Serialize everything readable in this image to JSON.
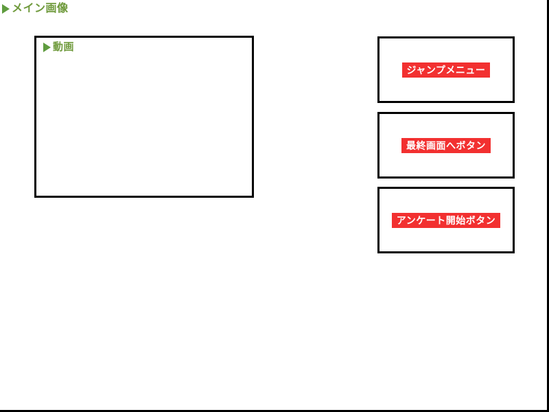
{
  "page": {
    "heading": {
      "marker_icon": "play-triangle-icon",
      "label": "メイン画像"
    },
    "accent_colors": {
      "heading_green": "#6f9a3c",
      "marker_green": "#5f9c3f",
      "button_red": "#f23030",
      "button_text": "#ffffff",
      "border_black": "#000000",
      "background": "#ffffff"
    }
  },
  "video": {
    "heading": {
      "marker_icon": "play-triangle-icon",
      "label": "動画"
    }
  },
  "panels": [
    {
      "name": "jump-menu",
      "button_label": "ジャンプメニュー"
    },
    {
      "name": "final-screen",
      "button_label": "最終画面へボタン"
    },
    {
      "name": "survey-start",
      "button_label": "アンケート開始ボタン"
    }
  ]
}
